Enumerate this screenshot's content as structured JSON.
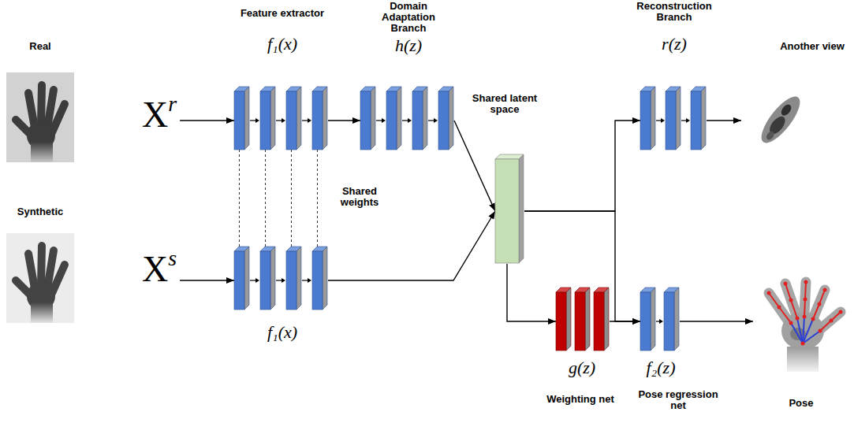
{
  "diagram": {
    "nodes": [
      {
        "text": [
          "Real"
        ]
      },
      {
        "text": [
          "Synthetic"
        ]
      },
      {
        "text": [
          "X",
          "r"
        ]
      },
      {
        "text": [
          "X",
          "s"
        ]
      },
      {
        "text": [
          "Feature extractor",
          "f₁(x)"
        ]
      },
      {
        "text": [
          "f₁(x)"
        ]
      },
      {
        "text": [
          "Domain Adaptation Branch",
          "h(z)"
        ]
      },
      {
        "text": [
          "Shared latent space"
        ]
      },
      {
        "text": [
          "Reconstruction Branch",
          "r(z)"
        ]
      },
      {
        "text": [
          "g(z)",
          "Weighting net"
        ]
      },
      {
        "text": [
          "f₂(z)",
          "Pose regression net"
        ]
      },
      {
        "text": [
          "Another view"
        ]
      },
      {
        "text": [
          "Pose"
        ]
      }
    ],
    "edges": [
      {
        "from": 2,
        "to": 4,
        "arrow": "to"
      },
      {
        "from": 4,
        "to": 6,
        "arrow": "to"
      },
      {
        "from": 6,
        "to": 7,
        "arrow": "to"
      },
      {
        "from": 3,
        "to": 5,
        "arrow": "to"
      },
      {
        "from": 5,
        "to": 7,
        "arrow": "to"
      },
      {
        "from": 7,
        "to": 8,
        "arrow": "to"
      },
      {
        "from": 7,
        "to": 10,
        "arrow": "to"
      },
      {
        "from": 7,
        "to": 9,
        "arrow": "to"
      },
      {
        "from": 9,
        "to": 10,
        "arrow": "to"
      },
      {
        "from": 8,
        "to": 11,
        "arrow": "to"
      },
      {
        "from": 10,
        "to": 12,
        "arrow": "to"
      },
      {
        "from": 4,
        "to": 5,
        "arrow": "none"
      }
    ],
    "labels": [
      "Shared weights"
    ]
  }
}
